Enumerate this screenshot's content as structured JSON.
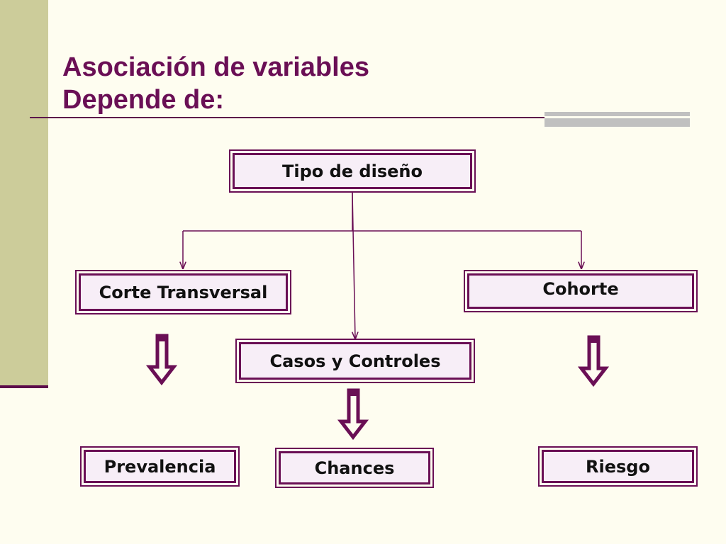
{
  "title": {
    "line1": "Asociación de variables",
    "line2": "Depende de:"
  },
  "diagram": {
    "root": "Tipo de diseño",
    "designs": {
      "cross_sectional": "Corte Transversal",
      "cohort": "Cohorte",
      "case_control": "Casos y Controles"
    },
    "measures": {
      "cross_sectional": "Prevalencia",
      "case_control": "Chances",
      "cohort": "Riesgo"
    }
  },
  "colors": {
    "accent": "#6a0f55",
    "box_fill": "#f7eef7",
    "background": "#fefdf0",
    "side_bar": "#cccc9a"
  },
  "icons": {
    "down_arrow": "hollow-down-arrow-icon"
  }
}
